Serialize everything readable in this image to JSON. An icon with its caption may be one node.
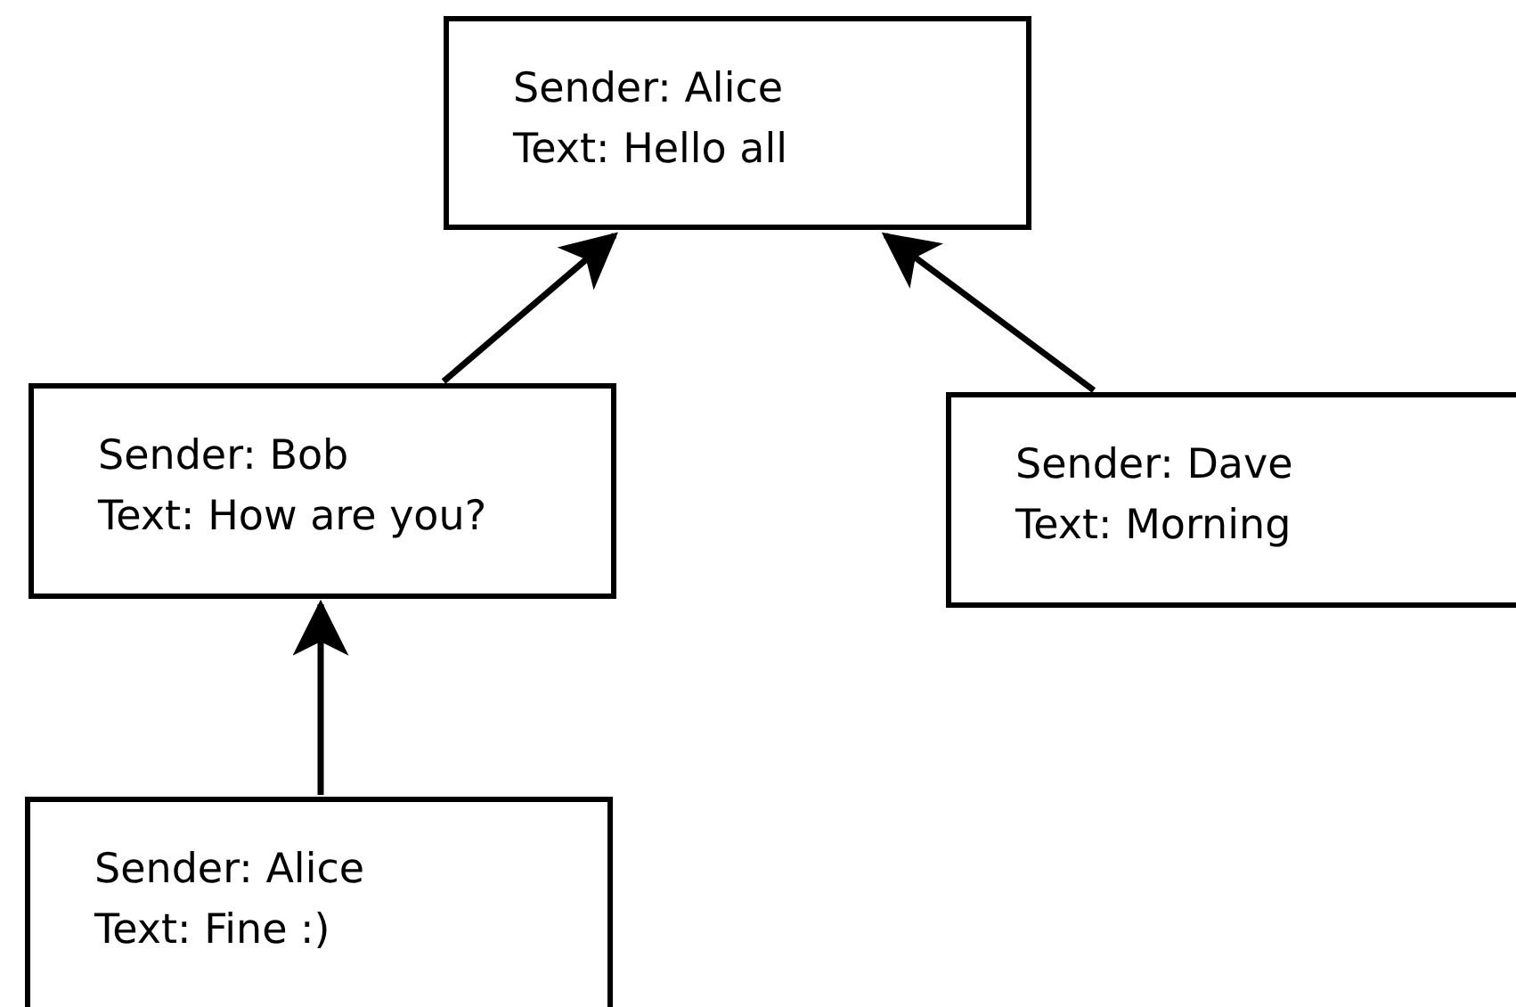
{
  "diagram": {
    "nodes": [
      {
        "text": [
          "Sender: Alice",
          "Text: Hello all"
        ]
      },
      {
        "text": [
          "Sender: Bob",
          "Text: How are you?"
        ]
      },
      {
        "text": [
          "Sender: Dave",
          "Text: Morning"
        ]
      },
      {
        "text": [
          "Sender: Alice",
          "Text: Fine :)"
        ]
      }
    ],
    "edges": [
      {
        "from": 1,
        "to": 0,
        "arrow": "to"
      },
      {
        "from": 2,
        "to": 0,
        "arrow": "to"
      },
      {
        "from": 3,
        "to": 1,
        "arrow": "to"
      }
    ]
  }
}
